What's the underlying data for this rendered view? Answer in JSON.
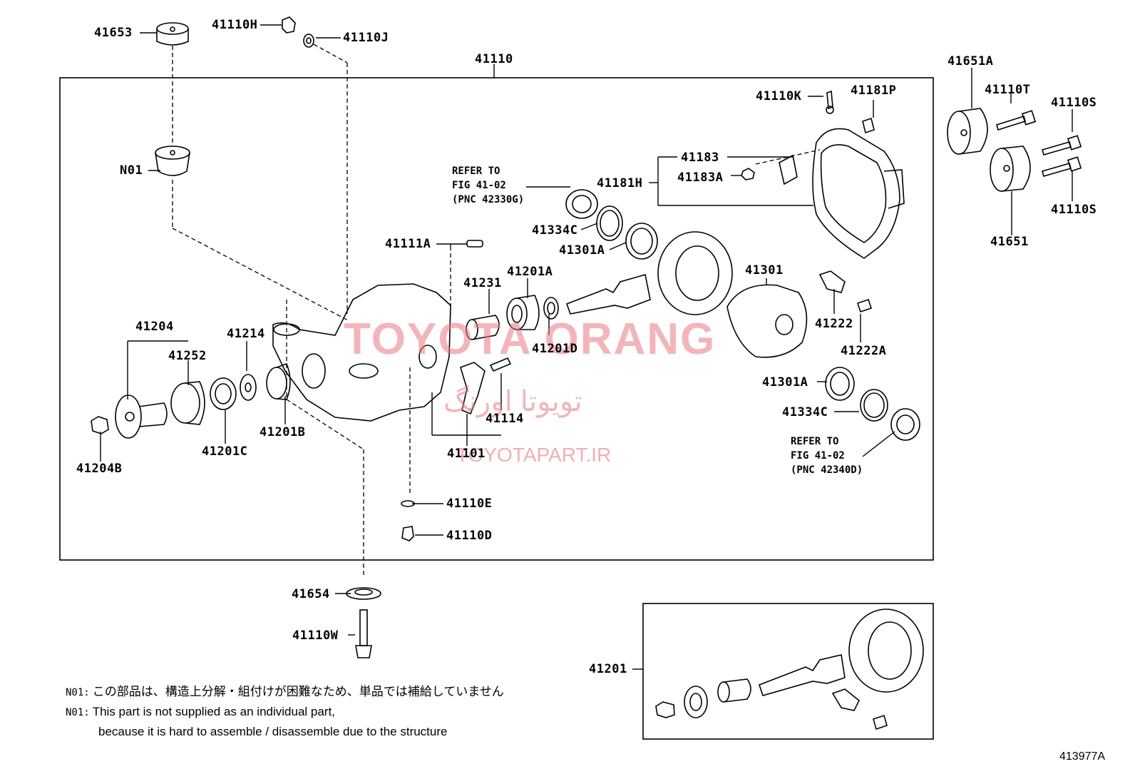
{
  "labels": {
    "l41653": "41653",
    "l41110H": "41110H",
    "l41110J": "41110J",
    "l41110": "41110",
    "lN01": "N01",
    "l41651A": "41651A",
    "l41110T": "41110T",
    "l41110S_a": "41110S",
    "l41110S_b": "41110S",
    "l41651": "41651",
    "l41110K": "41110K",
    "l41181P": "41181P",
    "l41183": "41183",
    "l41183A": "41183A",
    "l41181H": "41181H",
    "l41334C_a": "41334C",
    "l41301A_a": "41301A",
    "l41111A": "41111A",
    "l41231": "41231",
    "l41201A": "41201A",
    "l41201D": "41201D",
    "l41301": "41301",
    "l41222": "41222",
    "l41222A": "41222A",
    "l41204": "41204",
    "l41252": "41252",
    "l41214": "41214",
    "l41201B": "41201B",
    "l41201C": "41201C",
    "l41204B": "41204B",
    "l41114": "41114",
    "l41101": "41101",
    "l41301A_b": "41301A",
    "l41334C_b": "41334C",
    "l41110E": "41110E",
    "l41110D": "41110D",
    "l41654": "41654",
    "l41110W": "41110W",
    "l41201": "41201"
  },
  "refs": {
    "ref1": [
      "REFER TO",
      "FIG 41-02",
      "(PNC 42330G)"
    ],
    "ref2": [
      "REFER TO",
      "FIG 41-02",
      "(PNC 42340D)"
    ]
  },
  "notes": {
    "jp_key": "N01:",
    "jp_text": "この部品は、構造上分解・組付けが困難なため、単品では補給していません",
    "en_key": "N01:",
    "en_line1": "This part is not supplied as an individual part,",
    "en_line2": "because it is hard to assemble / disassemble due to the structure"
  },
  "watermark": {
    "main": "TOYOTA ORANG",
    "fa": "تویوتا اورنگ",
    "url": "TOYOTAPART.IR"
  },
  "figure_code": "413977A",
  "colors": {
    "line": "#000000",
    "watermark": "#e97882"
  }
}
